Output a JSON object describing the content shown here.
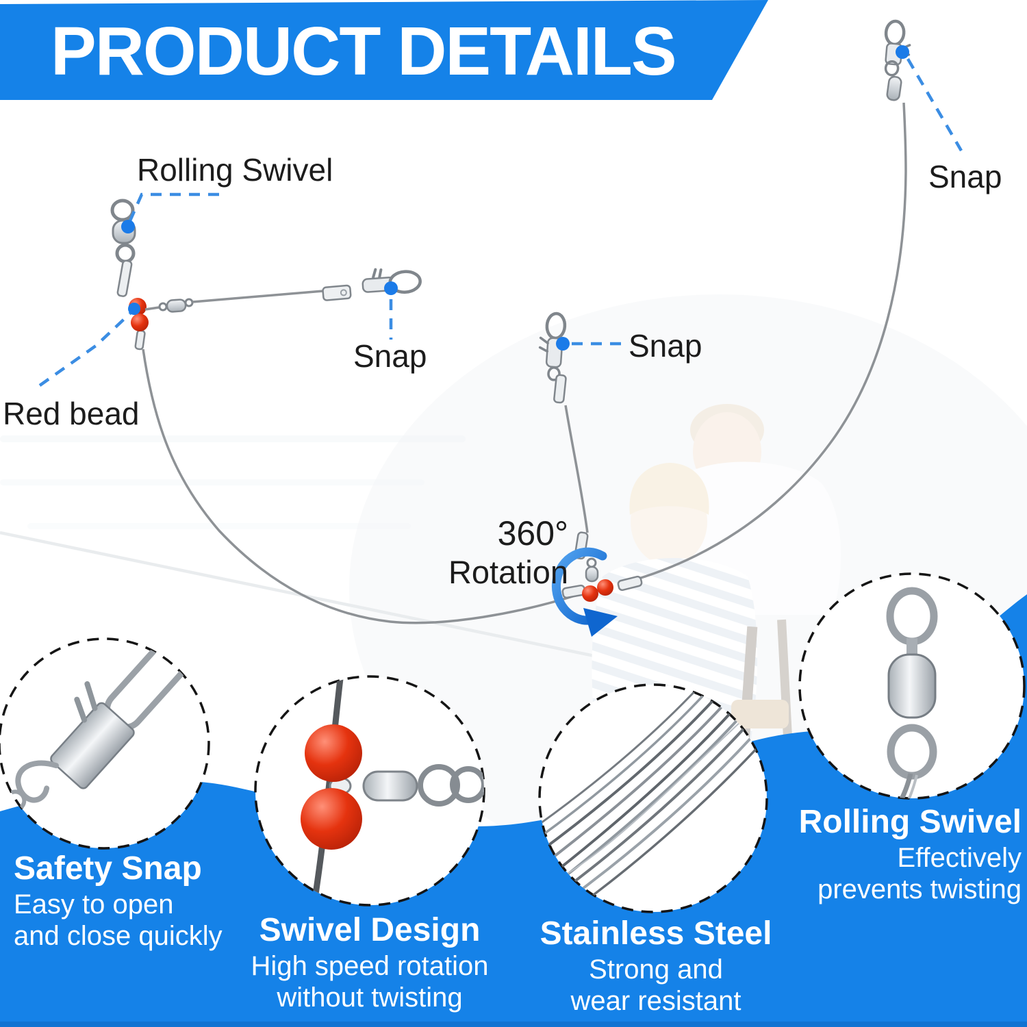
{
  "banner": {
    "title": "PRODUCT DETAILS"
  },
  "colors": {
    "accent_blue": "#1582E8",
    "dash_blue": "#3B8DE3",
    "marker_blue": "#1B7BE8",
    "bead_red": "#E5330F",
    "wire_gray": "#8E9296",
    "label_black": "#1C1C1C",
    "text_white": "#FFFFFF"
  },
  "callouts": {
    "rolling_swivel": "Rolling Swivel",
    "red_bead": "Red bead",
    "snap_branch": "Snap",
    "snap_dropper": "Snap",
    "snap_main": "Snap",
    "rotation_degrees": "360°",
    "rotation_label": "Rotation"
  },
  "features": [
    {
      "icon": "safety-snap-photo",
      "title": "Safety Snap",
      "line1": "Easy to open",
      "line2": "and close quickly"
    },
    {
      "icon": "swivel-beads-photo",
      "title": "Swivel Design",
      "line1": "High speed rotation",
      "line2": "without twisting"
    },
    {
      "icon": "steel-wire-photo",
      "title": "Stainless Steel",
      "line1": "Strong and",
      "line2": "wear resistant"
    },
    {
      "icon": "rolling-swivel-photo",
      "title": "Rolling Swivel",
      "line1": "Effectively",
      "line2": "prevents twisting"
    }
  ]
}
